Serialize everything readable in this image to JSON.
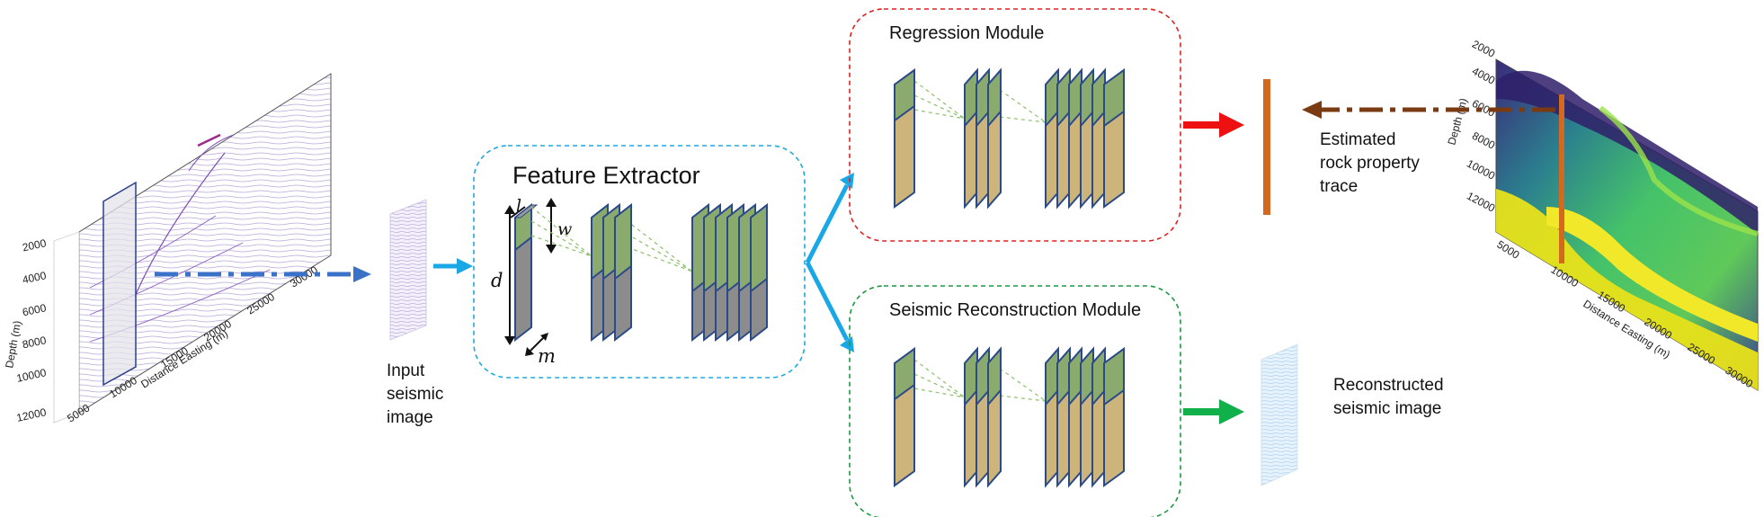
{
  "labels": {
    "input": [
      "Input",
      "seismic",
      "image"
    ],
    "feature_extractor": "Feature Extractor",
    "regression_module": "Regression Module",
    "reconstruction_module": "Seismic Reconstruction Module",
    "estimated": [
      "Estimated",
      "rock property",
      "trace"
    ],
    "reconstructed": [
      "Reconstructed",
      "seismic image"
    ],
    "dims": {
      "l": "l",
      "w": "w",
      "d": "d",
      "m": "m"
    }
  },
  "left_plot": {
    "depth_ticks": [
      "2000",
      "4000",
      "6000",
      "8000",
      "10000",
      "12000"
    ],
    "distance_ticks": [
      "5000",
      "10000",
      "15000",
      "20000",
      "25000",
      "30000"
    ],
    "ylabel": "Depth (m)",
    "xlabel": "Distance Easting (m)"
  },
  "right_plot": {
    "depth_ticks": [
      "2000",
      "4000",
      "6000",
      "8000",
      "10000",
      "12000"
    ],
    "distance_ticks": [
      "5000",
      "10000",
      "15000",
      "20000",
      "25000",
      "30000"
    ],
    "ylabel": "Depth (m)",
    "xlabel": "Distance Easting (m)"
  },
  "colors": {
    "blue_arrow": "#1aa7e6",
    "dash_blue": "#3a72c8",
    "red_arrow": "#ee1111",
    "green_arrow": "#12b04a",
    "brown_arrow": "#7a3a12",
    "trace": "#d2691e",
    "fe_border": "#1ea8e0",
    "reg_border": "#e02020",
    "rec_border": "#1a9a40",
    "layer_green": "#8aaa6e",
    "layer_tan": "#cdb47a",
    "layer_gray": "#8c8c8c",
    "layer_edge": "#2a4a8a"
  }
}
